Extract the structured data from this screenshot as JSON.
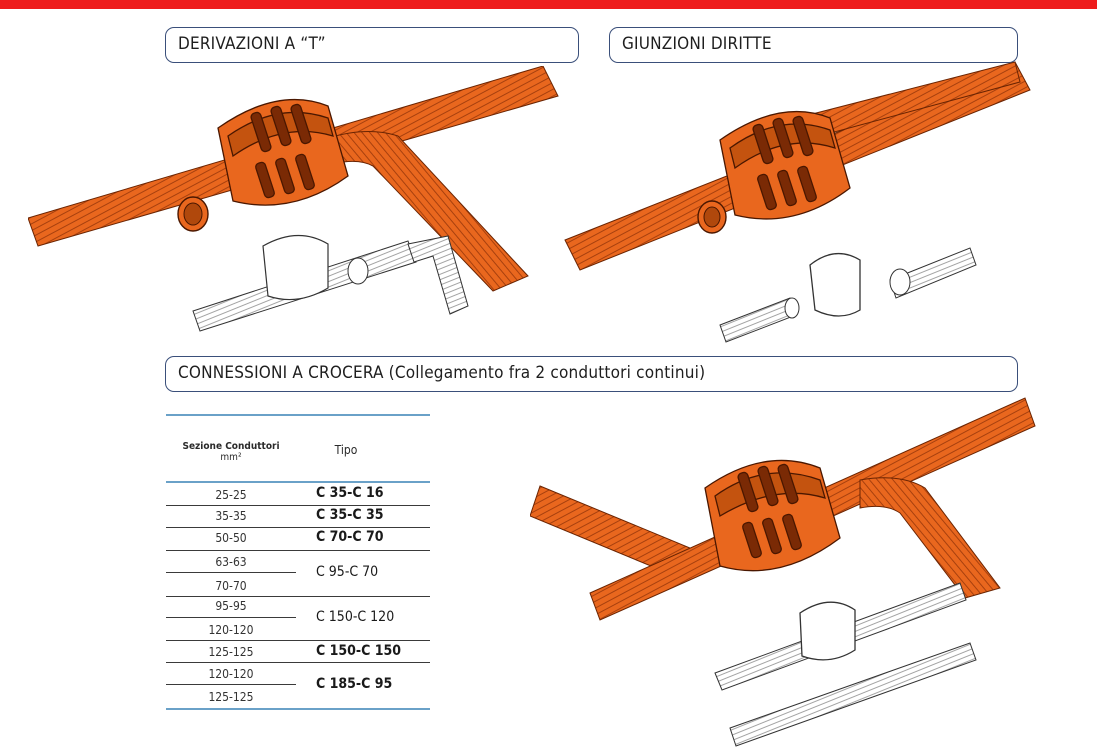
{
  "sections": {
    "t_branch": "DERIVAZIONI A “T”",
    "straight_joint": "GIUNZIONI DIRITTE",
    "cross_connection": "CONNESSIONI A CROCERA  (Collegamento fra 2 conduttori continui)"
  },
  "table": {
    "col_sezione": "Sezione Conduttori",
    "col_unit": "mm²",
    "col_tipo": "Tipo",
    "rows": [
      {
        "sezione": "25-25",
        "tipo": "C 35-C 16"
      },
      {
        "sezione": "35-35",
        "tipo": "C 35-C 35"
      },
      {
        "sezione": "50-50",
        "tipo": "C 70-C 70"
      },
      {
        "sezione": "63-63",
        "tipo": "C 95-C 70"
      },
      {
        "sezione": "70-70",
        "tipo": ""
      },
      {
        "sezione": "95-95",
        "tipo": "C 150-C 120"
      },
      {
        "sezione": "120-120",
        "tipo": ""
      },
      {
        "sezione": "125-125",
        "tipo": "C 150-C 150"
      },
      {
        "sezione": "120-120",
        "tipo": "C 185-C 95"
      },
      {
        "sezione": "125-125",
        "tipo": ""
      }
    ]
  },
  "colors": {
    "accent_red": "#ee1c1c",
    "connector_orange": "#e9671e",
    "cable_orange": "#e9671e",
    "box_border": "#3a4f7a",
    "table_rule_blue": "#6aa1c8"
  },
  "icons": {
    "illustration_t": "t-branch-connector-illustration",
    "illustration_straight": "straight-joint-connector-illustration",
    "illustration_cross": "cross-connector-illustration"
  }
}
